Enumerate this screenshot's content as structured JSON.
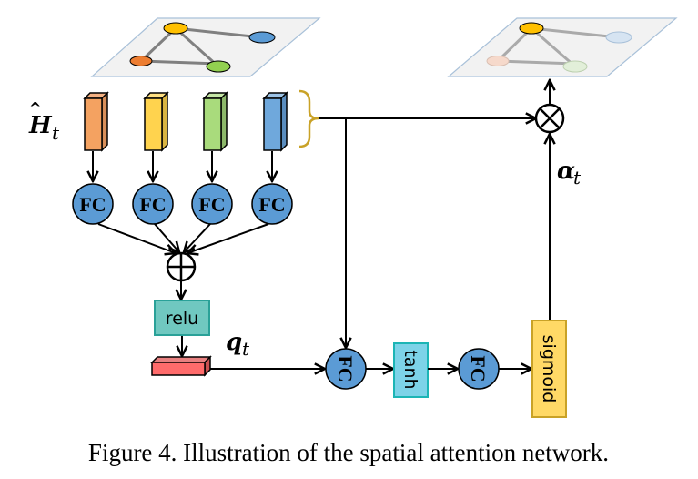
{
  "figure": {
    "caption": "Figure 4.  Illustration of the spatial attention network.",
    "input_label": "H",
    "input_label_sub": "t",
    "query_label": "q",
    "query_label_sub": "t",
    "attention_label": "α",
    "attention_label_sub": "t",
    "fc_label": "FC",
    "relu_label": "relu",
    "tanh_label": "tanh",
    "sigmoid_label": "sigmoid"
  },
  "colors": {
    "node_yellow": "#FFC000",
    "node_blue": "#5B9BD5",
    "node_orange": "#ED7D31",
    "node_green": "#92D050",
    "feat_orange": "#F4A261",
    "feat_yellow": "#FFD34E",
    "feat_green": "#A9DB7C",
    "feat_blue": "#6FA8DC",
    "fc_fill": "#5B9BD5",
    "relu_fill": "#70C8C0",
    "tanh_fill": "#7DD3E8",
    "sigmoid_fill": "#FFD966",
    "query_fill": "#FF6B6B",
    "brace": "#C9A227"
  }
}
